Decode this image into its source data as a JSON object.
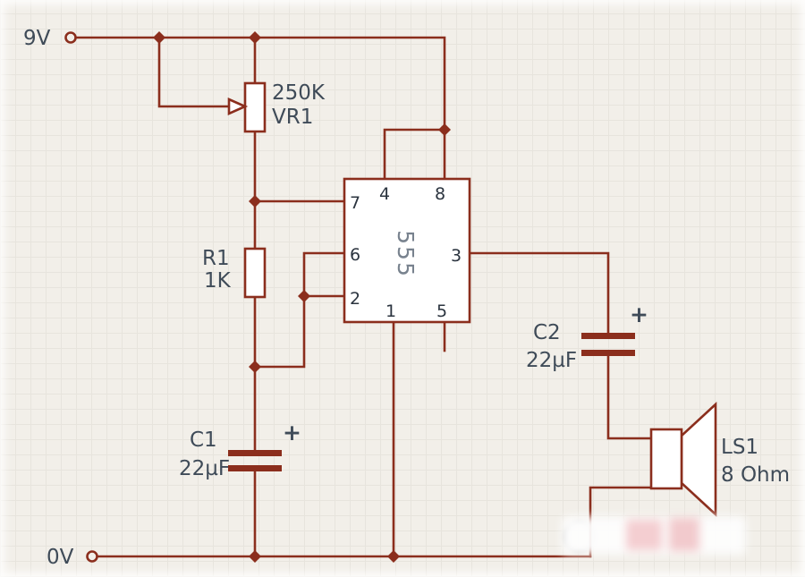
{
  "schematic": {
    "power": {
      "vcc_label": "9V",
      "gnd_label": "0V"
    },
    "vr1": {
      "value": "250K",
      "ref": "VR1"
    },
    "r1": {
      "ref": "R1",
      "value": "1K"
    },
    "c1": {
      "ref": "C1",
      "value": "22µF",
      "polarity": "+"
    },
    "c2": {
      "ref": "C2",
      "value": "22µF",
      "polarity": "+"
    },
    "ic": {
      "label": "555",
      "pin1": "1",
      "pin2": "2",
      "pin3": "3",
      "pin4": "4",
      "pin5": "5",
      "pin6": "6",
      "pin7": "7",
      "pin8": "8"
    },
    "speaker": {
      "ref": "LS1",
      "value": "8 Ohm"
    }
  },
  "colors": {
    "wire": "#8b2e1d",
    "text": "#3f4b58",
    "pin_text": "#2b343f",
    "ic_label": "#78828e",
    "background": "#f2efe9"
  }
}
